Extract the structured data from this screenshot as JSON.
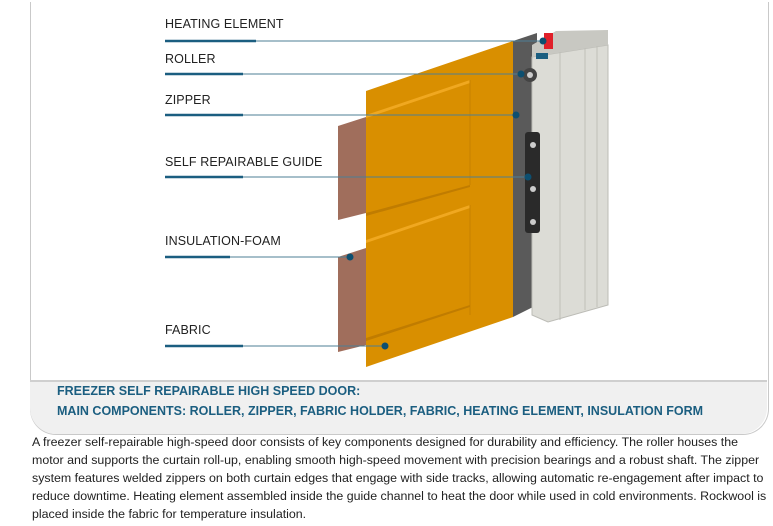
{
  "labels": {
    "heating": "HEATING ELEMENT",
    "roller": "ROLLER",
    "zipper": "ZIPPER",
    "guide": "SELF REPAIRABLE GUIDE",
    "insulation": "INSULATION-FOAM",
    "fabric": "FABRIC"
  },
  "caption": {
    "line1": "FREEZER SELF REPAIRABLE HIGH SPEED DOOR:",
    "line2": "MAIN COMPONENTS: ROLLER, ZIPPER, FABRIC HOLDER, FABRIC, HEATING ELEMENT, INSULATION FORM"
  },
  "description": "A freezer self-repairable high-speed door consists of key components designed for durability and efficiency. The roller houses the motor and supports the curtain roll-up, enabling smooth high-speed movement with precision bearings and a robust shaft. The zipper system features welded zippers on both curtain edges that engage with side tracks, allowing automatic re-engagement after impact to reduce downtime. Heating element assembled inside the guide channel to heat the door while used in cold environments. Rockwool is placed inside the fabric for temperature insulation.",
  "colors": {
    "accent": "#1b5e80",
    "fabric": "#d98f00",
    "foam": "#a06e5c",
    "heating": "#e0202a"
  }
}
